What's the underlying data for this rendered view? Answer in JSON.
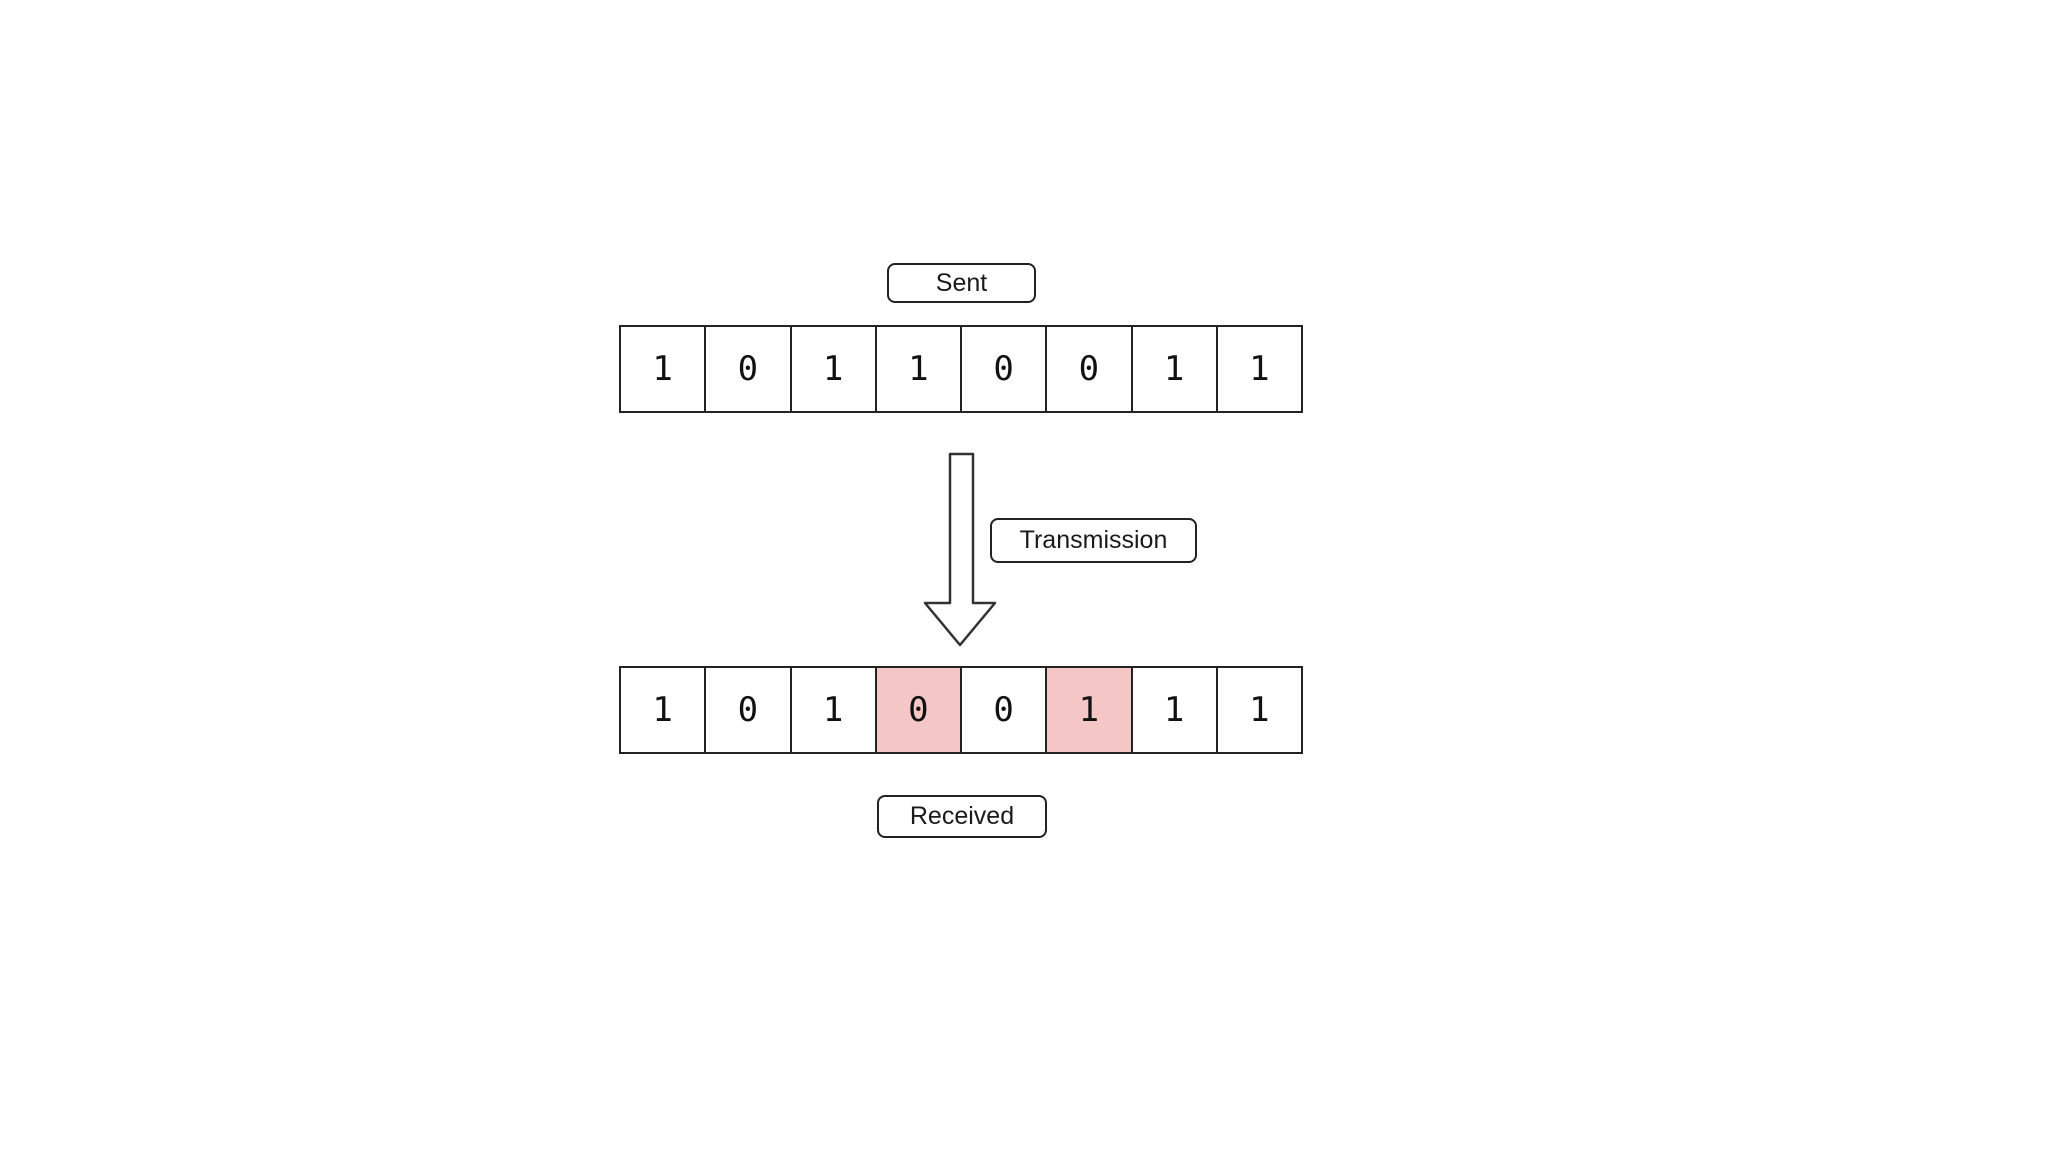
{
  "labels": {
    "sent": "Sent",
    "transmission": "Transmission",
    "received": "Received"
  },
  "sent_bits": [
    "1",
    "0",
    "1",
    "1",
    "0",
    "0",
    "1",
    "1"
  ],
  "received_bits": [
    "1",
    "0",
    "1",
    "0",
    "0",
    "1",
    "1",
    "1"
  ],
  "changed_bit_indices": [
    3,
    5
  ],
  "colors": {
    "highlight_fill": "#f5c6c6",
    "border": "#222222",
    "canvas_background": "#ffffff"
  }
}
